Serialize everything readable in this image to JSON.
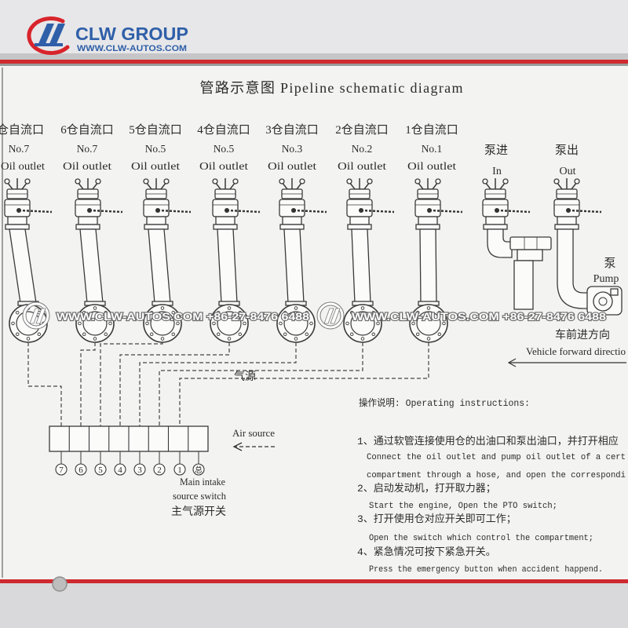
{
  "logo": {
    "brand": "CLW GROUP",
    "website": "WWW.CLW-AUTOS.COM"
  },
  "title": "管路示意图 Pipeline schematic diagram",
  "outlets": [
    {
      "zh": "仓自流口",
      "no": "No.7",
      "en": "Oil outlet"
    },
    {
      "zh": "6仓自流口",
      "no": "No.7",
      "en": "Oil outlet"
    },
    {
      "zh": "5仓自流口",
      "no": "No.5",
      "en": "Oil outlet"
    },
    {
      "zh": "4仓自流口",
      "no": "No.5",
      "en": "Oil outlet"
    },
    {
      "zh": "3仓自流口",
      "no": "No.3",
      "en": "Oil outlet"
    },
    {
      "zh": "2仓自流口",
      "no": "No.2",
      "en": "Oil outlet"
    },
    {
      "zh": "1仓自流口",
      "no": "No.1",
      "en": "Oil outlet"
    }
  ],
  "pump_ports": [
    {
      "zh": "泵进",
      "en": "In"
    },
    {
      "zh": "泵出",
      "en": "Out"
    }
  ],
  "pump": {
    "zh": "泵",
    "en": "Pump"
  },
  "watermark": "WWW.CLW-AUTOS.COM +86-27-8476 6488",
  "direction": {
    "zh": "车前进方向",
    "en": "Vehicle forward directio"
  },
  "air_source": {
    "zh": "气源",
    "en": "Air source"
  },
  "switches": [
    "7",
    "6",
    "5",
    "4",
    "3",
    "2",
    "1",
    "总"
  ],
  "main_switch": {
    "line1": "Main intake",
    "line2": "source switch",
    "zh": "主气源开关"
  },
  "instructions": {
    "heading": "操作说明: Operating instructions:",
    "lines": [
      "1、通过软管连接使用仓的出油口和泵出油口，并打开相应",
      "Connect the oil outlet and pump oil outlet of a cert",
      "compartment through a hose, and open the correspondi",
      "2、启动发动机，打开取力器；",
      "Start the engine, Open the PTO switch;",
      "3、打开使用仓对应开关即可工作；",
      "Open the switch which control the compartment;",
      "4、紧急情况可按下紧急开关。",
      "Press the emergency button when accident happend."
    ]
  },
  "colors": {
    "brand_blue": "#2f5fa8",
    "brand_red": "#d8242b",
    "border_red": "#cf2a2f",
    "plate": "#f3f3f1",
    "ink": "#2b2b2b"
  }
}
